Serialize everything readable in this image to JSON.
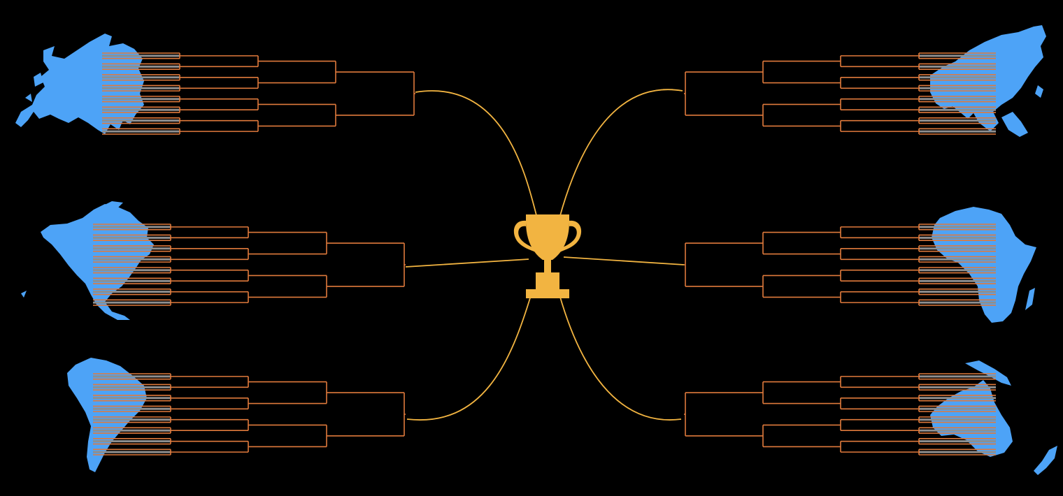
{
  "colors": {
    "background": "#000000",
    "bracket_line": "#E07A3C",
    "connector_curve": "#F2B441",
    "trophy": "#F2B441",
    "continent_fill": "#4DA3F7",
    "entry_stripe": "#8F8F8F"
  },
  "center": {
    "icon": "trophy-icon"
  },
  "regions": [
    {
      "id": "europe",
      "icon": "europe-map-icon",
      "side": "left",
      "entries": 16
    },
    {
      "id": "north-america",
      "icon": "north-america-map-icon",
      "side": "left",
      "entries": 16
    },
    {
      "id": "south-america",
      "icon": "south-america-map-icon",
      "side": "left",
      "entries": 16
    },
    {
      "id": "asia",
      "icon": "asia-map-icon",
      "side": "right",
      "entries": 16
    },
    {
      "id": "africa",
      "icon": "africa-map-icon",
      "side": "right",
      "entries": 16
    },
    {
      "id": "oceania",
      "icon": "oceania-map-icon",
      "side": "right",
      "entries": 16
    }
  ]
}
